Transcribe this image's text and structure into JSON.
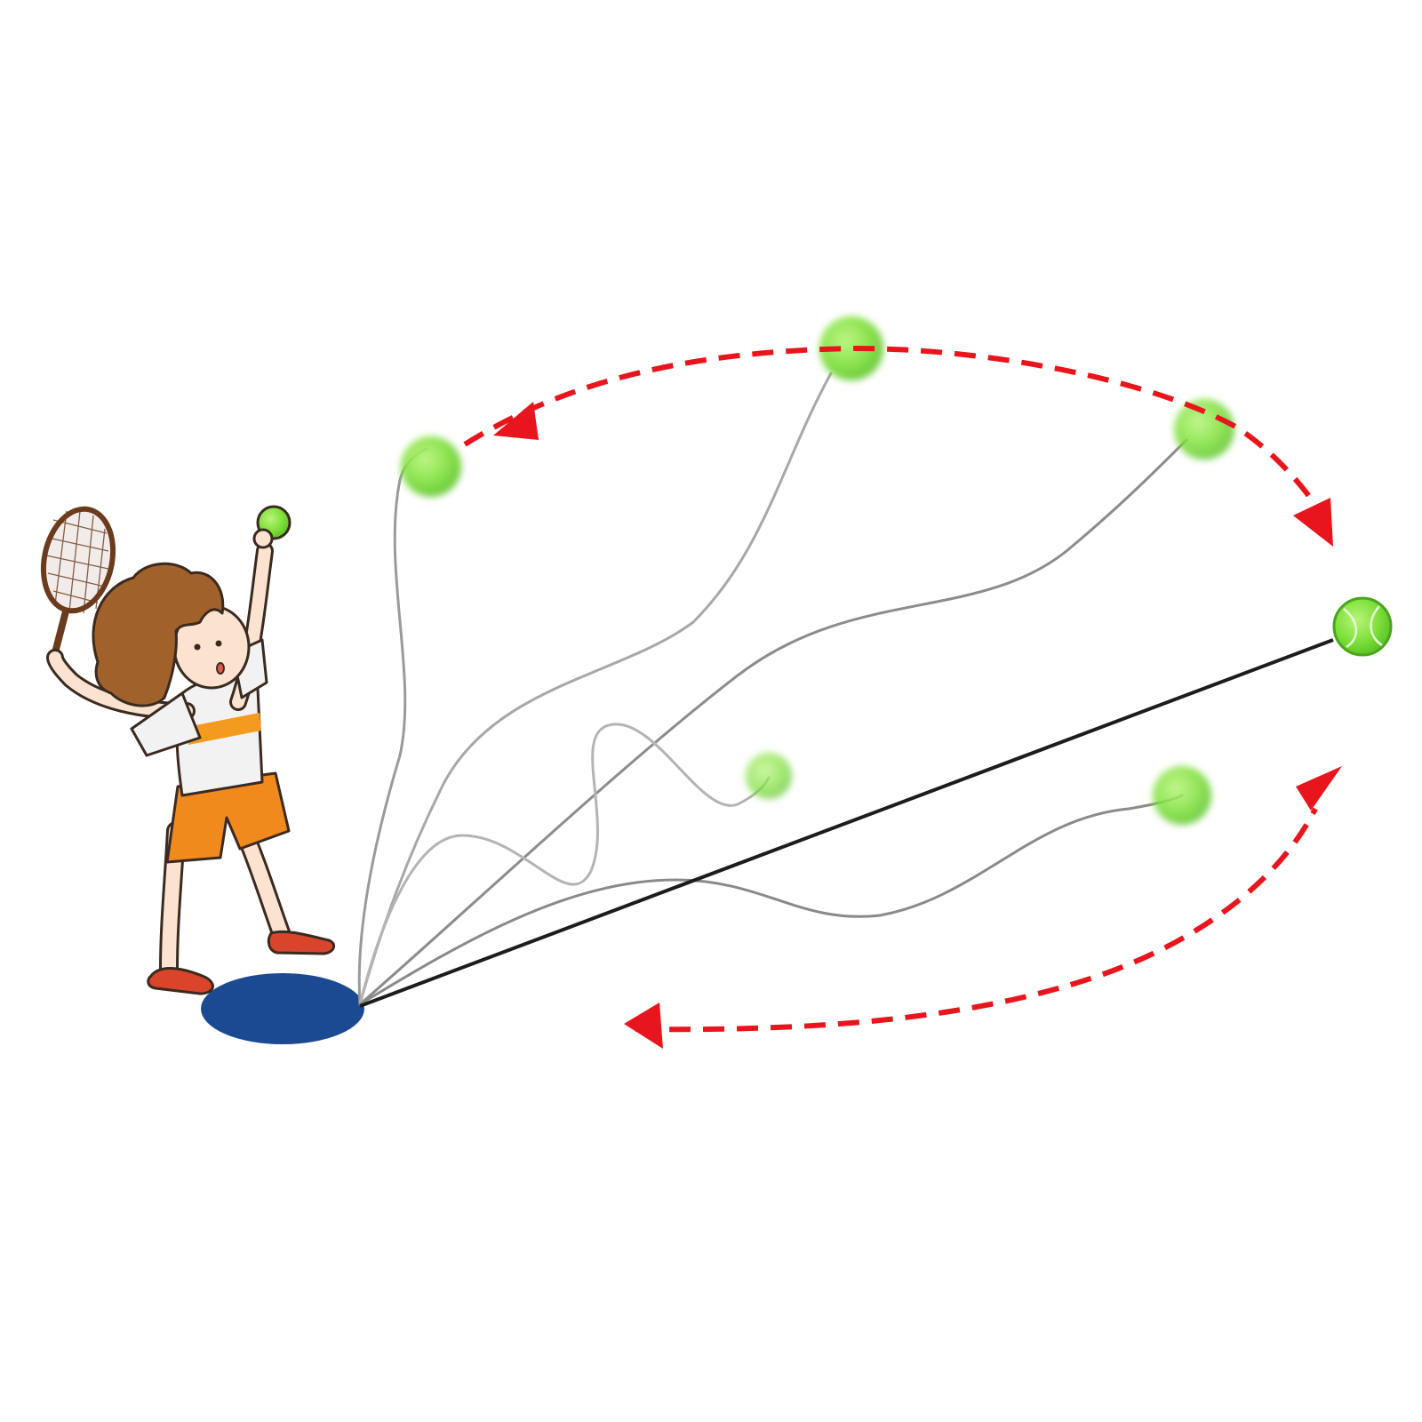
{
  "colors": {
    "background": "#ffffff",
    "arrow": "#e8161c",
    "base": "#1b4a93",
    "ball": "#7ee03a",
    "ball_edge": "#4aa51c",
    "cord_dark": "#1c1c1c",
    "cord_light": "#8a8a8a",
    "shirt": "#f2f2f2",
    "shirt_stripe": "#f39a1f",
    "shorts": "#f08a1c",
    "hair": "#a0612a",
    "skin": "#fbe3cf",
    "shoes": "#d9452b",
    "racket_frame": "#6a3b1c"
  },
  "scene": {
    "player": "child-tennis-player",
    "equipment": "tennis-trainer-base-with-elastic-cord",
    "motion_arrows": 2,
    "trailing_balls": 6
  }
}
